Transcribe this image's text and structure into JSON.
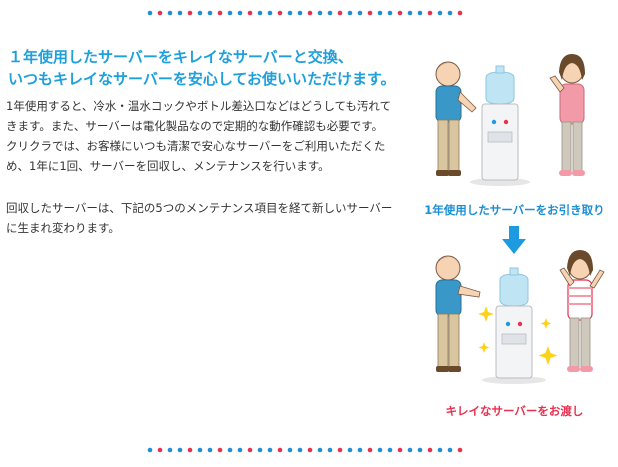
{
  "decoration": {
    "dot_colors": [
      "#1e8fd6",
      "#e8304f",
      "#1e8fd6"
    ]
  },
  "intro": {
    "headline_line1": "１年使用したサーバーをキレイなサーバーと交換、",
    "headline_line2": "いつもキレイなサーバーを安心してお使いいただけます。",
    "paragraph1_lines": [
      "1年使用すると、冷水・温水コックやボトル差込口などはどうしても汚れて",
      "きます。また、サーバーは電化製品なので定期的な動作確認も必要です。",
      "クリクラでは、お客様にいつも清潔で安心なサーバーをご利用いただくた",
      "め、1年に1回、サーバーを回収し、メンテナンスを行います。"
    ],
    "paragraph2_lines": [
      "回収したサーバーは、下記の5つのメンテナンス項目を経て新しいサーバー",
      "に生まれ変わります。"
    ]
  },
  "illustrations": {
    "caption_pickup": "1年使用したサーバーをお引き取り",
    "caption_delivery": "キレイなサーバーをお渡し",
    "colors": {
      "caption_blue": "#1a8fd6",
      "caption_red": "#e8304f",
      "arrow": "#1e9be0",
      "staff_shirt": "#3a98c9",
      "customer_shirt": "#f29aa8",
      "bottle": "#bfe5f5",
      "sparkle": "#ffd21a"
    }
  }
}
